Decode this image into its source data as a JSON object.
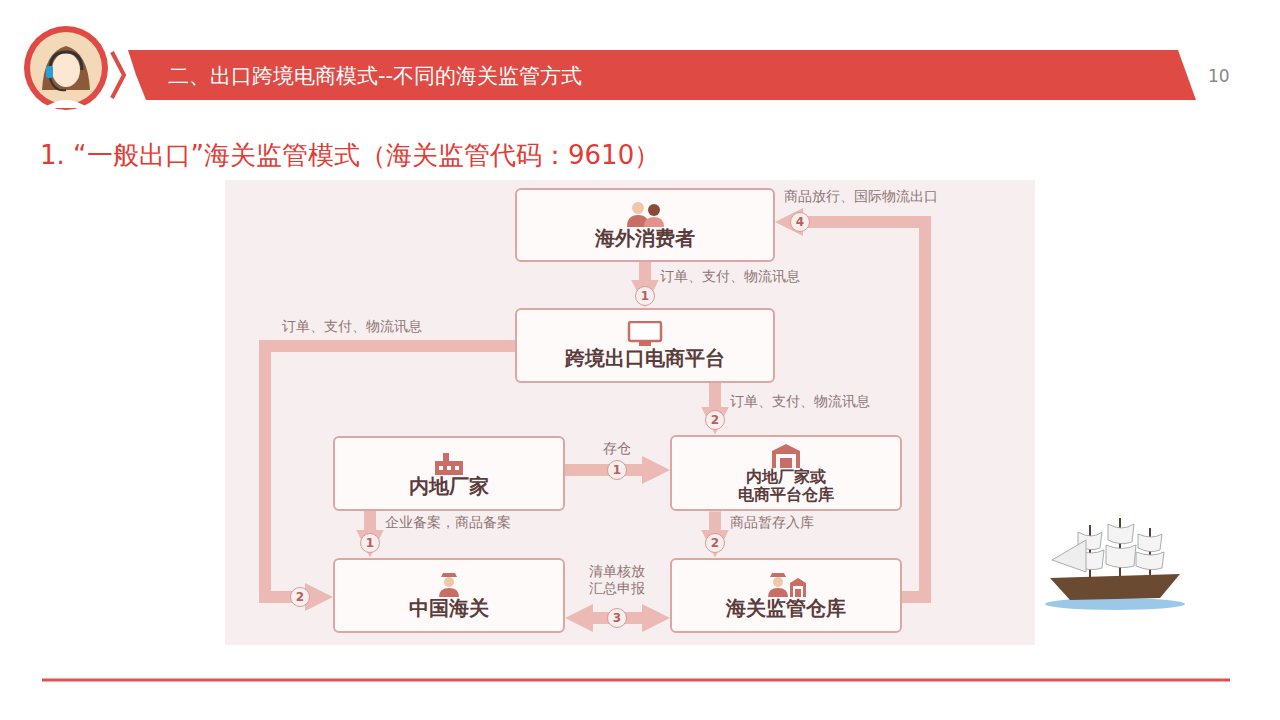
{
  "diagram": {
    "title": "二、出口跨境电商模式--不同的海关监管方式",
    "nodes": [
      {
        "text": [
          "海外消费者"
        ]
      },
      {
        "text": [
          "跨境出口电商平台"
        ]
      },
      {
        "text": [
          "内地厂家"
        ]
      },
      {
        "text": [
          "内地厂家或 电商平台仓库"
        ]
      },
      {
        "text": [
          "中国海关"
        ]
      },
      {
        "text": [
          "海关监管仓库"
        ]
      }
    ],
    "edges": [
      {
        "from": 0,
        "to": 1,
        "label": "订单、支付、物流讯息",
        "arrow": "to"
      },
      {
        "from": 1,
        "to": 3,
        "label": "订单、支付、物流讯息",
        "arrow": "to"
      },
      {
        "from": 2,
        "to": 3,
        "label": "存仓",
        "arrow": "to"
      },
      {
        "from": 2,
        "to": 4,
        "label": "企业备案，商品备案",
        "arrow": "to"
      },
      {
        "from": 3,
        "to": 5,
        "label": "商品暂存入库",
        "arrow": "to"
      },
      {
        "from": 1,
        "to": 4,
        "label": "订单、支付、物流讯息",
        "arrow": "to"
      },
      {
        "from": 4,
        "to": 5,
        "label": "清单核放 汇总申报",
        "arrow": "both"
      },
      {
        "from": 5,
        "to": 0,
        "label": "商品放行、国际物流出口",
        "arrow": "to"
      }
    ],
    "labels": [
      "10",
      "1. “一般出口”海关监管模式（海关监管代码：9610）",
      "4",
      "1",
      "2",
      "2",
      "1",
      "1",
      "2",
      "3"
    ]
  }
}
